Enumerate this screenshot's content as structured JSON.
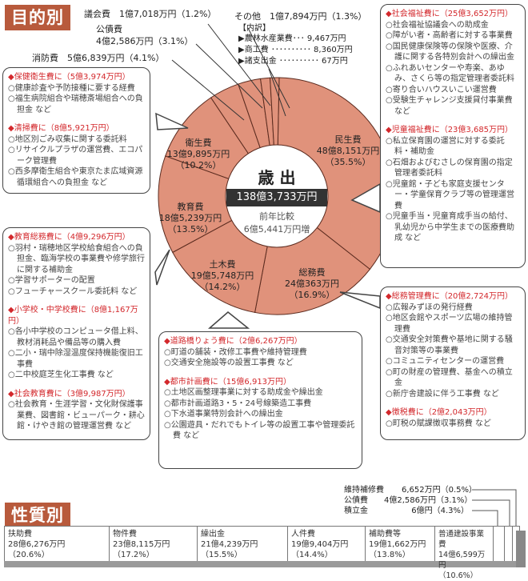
{
  "sections": {
    "purpose_title": "目的別",
    "nature_title": "性質別"
  },
  "center": {
    "title": "歳 出",
    "total": "138億3,733万円",
    "compare_label": "前年比較",
    "compare_value": "6億5,441万円増"
  },
  "top_labels": {
    "gikai": "議会費　1億7,018万円（1.2%）",
    "kosai_name": "公債費",
    "kosai_value": "4億2,586万円（3.1%）",
    "shobo": "消防費　5億6,839万円（4.1%）",
    "other": "その他　1億7,894万円（1.3%）",
    "other_breakdown_title": "【内訳】",
    "other_breakdown": [
      "▶農林水産業費･･･ 9,467万円",
      "▶商工費 ･･････････ 8,360万円",
      "▶諸支出金 ･･････････ 67万円"
    ]
  },
  "pie_labels": {
    "minsei": [
      "民生費",
      "48億8,151万円",
      "（35.5%）"
    ],
    "somu": [
      "総務費",
      "24億363万円",
      "（16.9%）"
    ],
    "doboku": [
      "土木費",
      "19億5,748万円",
      "（14.2%）"
    ],
    "kyoiku": [
      "教育費",
      "18億5,239万円",
      "（13.5%）"
    ],
    "eisei": [
      "衛生費",
      "13億9,895万円",
      "（10.2%）"
    ]
  },
  "boxes": {
    "eisei_box": [
      {
        "head": "◆保健衛生費に（5億3,974万円）",
        "items": [
          "○健康診査や予防接種に要する経費",
          "○福生病院組合や瑞穂斎場組合への負担金 など"
        ]
      },
      {
        "head": "◆清掃費に（8億5,921万円）",
        "items": [
          "○地区別ごみ収集に関する委託料",
          "○リサイクルプラザの運営費、エコパーク管理費",
          "○西多摩衛生組合や東京たま広域資源循環組合への負担金 など"
        ]
      }
    ],
    "kyoiku_box": [
      {
        "head": "◆教育総務費に（4億9,296万円）",
        "items": [
          "○羽村・瑞穂地区学校給食組合への負担金、臨海学校の事業費や修学旅行に関する補助金",
          "○学習サポーターの配置",
          "○フューチャースクール委託料 など"
        ]
      },
      {
        "head": "◆小学校・中学校費に（8億1,167万円）",
        "items": [
          "○各小中学校のコンピュータ借上料、教材消耗品や備品等の購入費",
          "○二小・瑞中除湿温度保持機能復旧工事費",
          "○二中校庭芝生化工事費 など"
        ]
      },
      {
        "head": "◆社会教育費に（3億9,987万円）",
        "items": [
          "○社会教育・生涯学習・文化財保護事業費、図書館・ビューパーク・耕心館・けやき館の管理運営費 など"
        ]
      }
    ],
    "doboku_box": [
      {
        "head": "◆道路橋りょう費に（2億6,267万円）",
        "items": [
          "○町道の舗装・改修工事費や維持管理費",
          "○交通安全施設等の設置工事費 など"
        ]
      },
      {
        "head": "◆都市計画費に（15億6,913万円）",
        "items": [
          "○土地区画整理事業に対する助成金や繰出金",
          "○都市計画道路3・5・24号線築造工事費",
          "○下水道事業特別会計への繰出金",
          "○公園遊具・だれでもトイレ等の設置工事や管理委託費 など"
        ]
      }
    ],
    "minsei_box": [
      {
        "head": "◆社会福祉費に（25億3,652万円）",
        "items": [
          "○社会福祉協議会への助成金",
          "○障がい者・高齢者に対する事業費",
          "○国民健康保険等の保険や医療、介護に関する各特別会計への繰出金",
          "○ふれあいセンターや寿楽、あゆみ、さくら等の指定管理者委託料",
          "○寄り合いハウスいこい運営費",
          "○受験生チャレンジ支援貸付事業費 など"
        ]
      },
      {
        "head": "◆児童福祉費に（23億3,685万円）",
        "items": [
          "○私立保育園の運営に対する委託料・補助金",
          "○石畑およびむさしの保育園の指定管理者委託料",
          "○児童館・子ども家庭支援センター・学童保育クラブ等の管理運営費",
          "○児童手当・児童育成手当の給付、乳幼児から中学生までの医療費助成 など"
        ]
      }
    ],
    "somu_box": [
      {
        "head": "◆総務管理費に（20億2,724万円）",
        "items": [
          "○広報みずほの発行経費",
          "○地区会館やスポーツ広場の維持管理費",
          "○交通安全対策費や基地に関する騒音対策等の事業費",
          "○コミュニティセンターの運営費",
          "○町の財産の管理費、基金への積立金",
          "○新庁舎建設に伴う工事費 など"
        ]
      },
      {
        "head": "◆徴税費に（2億2,043万円）",
        "items": [
          "○町税の賦課徴収事務費 など"
        ]
      }
    ]
  },
  "nature": {
    "small_labels": [
      {
        "name": "維持補修費",
        "value": "6,652万円（0.5%）"
      },
      {
        "name": "公債費",
        "value": "4億2,586万円（3.1%）"
      },
      {
        "name": "積立金",
        "value": "6億円（4.3%）"
      }
    ],
    "cells": [
      {
        "name": "扶助費",
        "value": "28億6,276万円",
        "pct": "（20.6%）"
      },
      {
        "name": "物件費",
        "value": "23億8,115万円",
        "pct": "（17.2%）"
      },
      {
        "name": "繰出金",
        "value": "21億4,239万円",
        "pct": "（15.5%）"
      },
      {
        "name": "人件費",
        "value": "19億9,404万円",
        "pct": "（14.4%）"
      },
      {
        "name": "補助費等",
        "value": "19億1,662万円",
        "pct": "（13.8%）"
      },
      {
        "name": "普通建設事業費",
        "value": "14億6,599万円",
        "pct": "（10.6%）"
      }
    ]
  },
  "colors": {
    "pie_fill": "#e0927b",
    "title_bg": "#b85a3c",
    "head_red": "#d3282c",
    "center_band": "#333333"
  },
  "chart_data": [
    {
      "type": "pie",
      "title": "目的別 歳出 138億3,733万円",
      "categories": [
        "民生費",
        "総務費",
        "土木費",
        "教育費",
        "衛生費",
        "消防費",
        "公債費",
        "その他",
        "議会費"
      ],
      "values": [
        488151,
        240363,
        195748,
        185239,
        139895,
        56839,
        42586,
        17894,
        17018
      ],
      "unit": "万円",
      "percentages": [
        35.5,
        16.9,
        14.2,
        13.5,
        10.2,
        4.1,
        3.1,
        1.3,
        1.2
      ],
      "annotations": [
        "前年比較 6億5,441万円増"
      ]
    },
    {
      "type": "bar",
      "title": "性質別",
      "categories": [
        "扶助費",
        "物件費",
        "繰出金",
        "人件費",
        "補助費等",
        "普通建設事業費",
        "積立金",
        "公債費",
        "維持補修費"
      ],
      "values": [
        286276,
        238115,
        214239,
        199404,
        191662,
        146599,
        60000,
        42586,
        6652
      ],
      "unit": "万円",
      "percentages": [
        20.6,
        17.2,
        15.5,
        14.4,
        13.8,
        10.6,
        4.3,
        3.1,
        0.5
      ]
    }
  ]
}
